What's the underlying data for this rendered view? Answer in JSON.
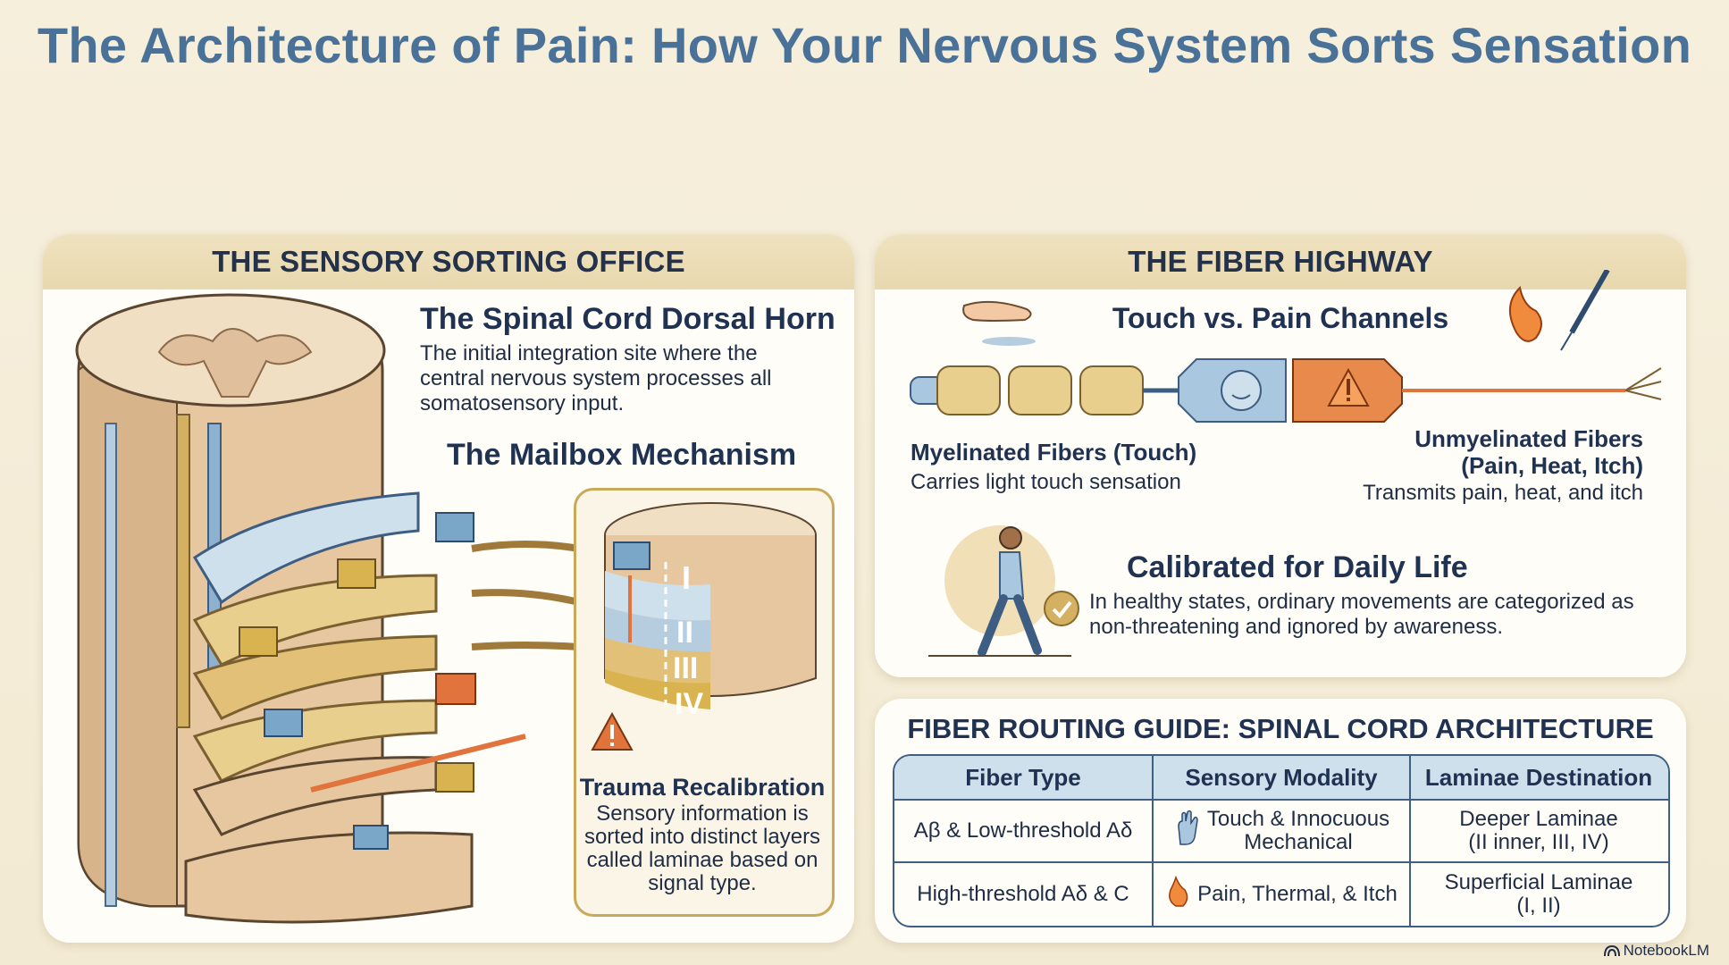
{
  "title": "The Architecture of Pain: How Your Nervous System Sorts Sensation",
  "sorting_office": {
    "header": "THE SENSORY SORTING OFFICE",
    "dorsal_horn_title": "The Spinal Cord Dorsal Horn",
    "dorsal_horn_desc": "The initial integration site where the central nervous system processes all somatosensory input.",
    "mailbox_title": "The Mailbox Mechanism",
    "lamina_labels": [
      "I",
      "II",
      "III",
      "IV"
    ],
    "trauma_title": "Trauma Recalibration",
    "trauma_desc": "Sensory information is sorted into distinct layers called laminae based on signal type."
  },
  "fiber_highway": {
    "header": "THE FIBER HIGHWAY",
    "channels_title": "Touch vs. Pain Channels",
    "myelinated_label": "Myelinated Fibers (Touch)",
    "myelinated_desc": "Carries light touch sensation",
    "unmyelinated_label_1": "Unmyelinated Fibers",
    "unmyelinated_label_2": "(Pain, Heat, Itch)",
    "unmyelinated_desc": "Transmits pain, heat, and itch",
    "daily_title": "Calibrated for Daily Life",
    "daily_desc": "In healthy states, ordinary movements are categorized as non-threatening and ignored by awareness."
  },
  "routing_guide": {
    "title": "FIBER ROUTING GUIDE: SPINAL CORD ARCHITECTURE",
    "headers": [
      "Fiber Type",
      "Sensory Modality",
      "Laminae Destination"
    ],
    "rows": [
      {
        "fiber": "Aβ & Low-threshold Aδ",
        "modality_1": "Touch & Innocuous",
        "modality_2": "Mechanical",
        "dest_1": "Deeper Laminae",
        "dest_2": "(II inner, III, IV)",
        "icon": "hand-icon"
      },
      {
        "fiber": "High-threshold Aδ & C",
        "modality_1": "Pain, Thermal, & Itch",
        "modality_2": "",
        "dest_1": "Superficial Laminae",
        "dest_2": "(I, II)",
        "icon": "flame-icon"
      }
    ]
  },
  "brand": "NotebookLM",
  "colors": {
    "title": "#4a7299",
    "header_bg": "#e8d8ae",
    "table_border": "#3f5e82",
    "table_head": "#cfe0ed",
    "touch_blue": "#a9c7de",
    "pain_orange": "#e88a4c",
    "gold": "#d4b062"
  }
}
